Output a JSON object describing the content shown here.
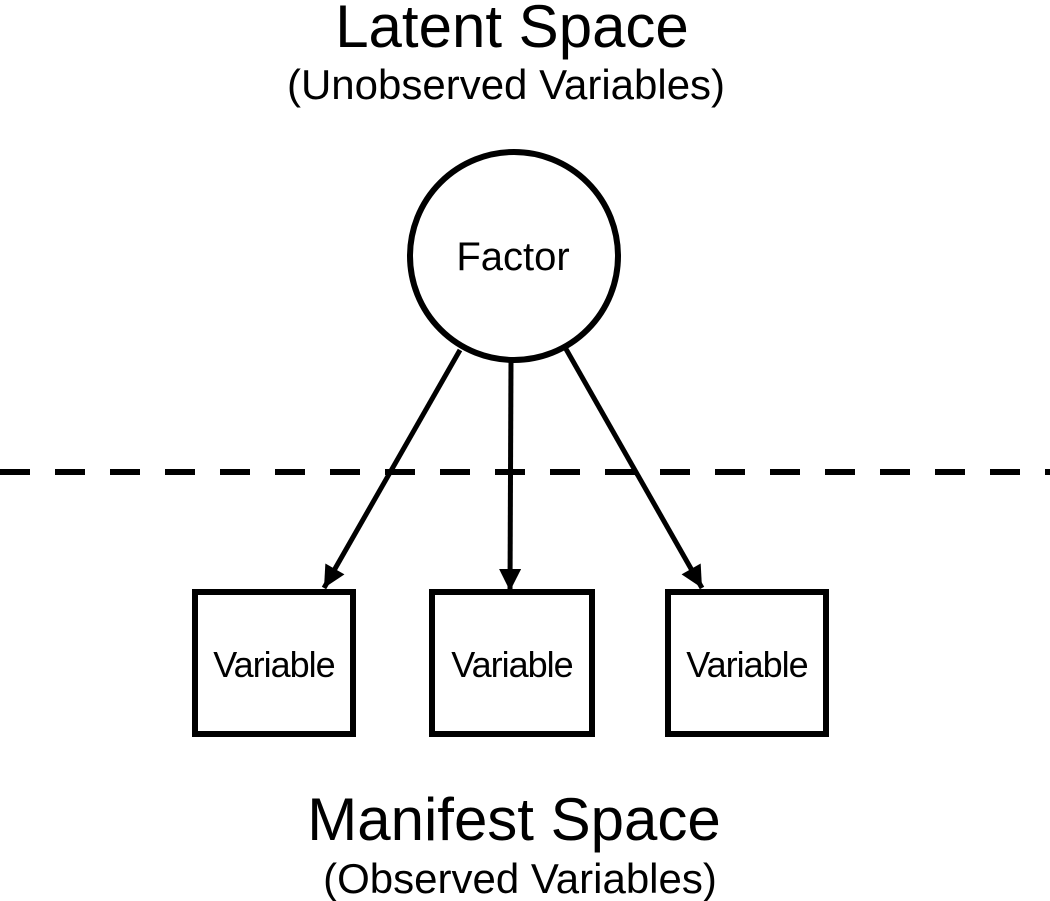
{
  "latent": {
    "title": "Latent Space",
    "subtitle": "(Unobserved Variables)"
  },
  "manifest": {
    "title": "Manifest Space",
    "subtitle": "(Observed Variables)"
  },
  "factor_node": {
    "label": "Factor"
  },
  "variable_boxes": [
    {
      "label": "Variable"
    },
    {
      "label": "Variable"
    },
    {
      "label": "Variable"
    }
  ],
  "colors": {
    "stroke": "#000000",
    "background": "#ffffff"
  }
}
